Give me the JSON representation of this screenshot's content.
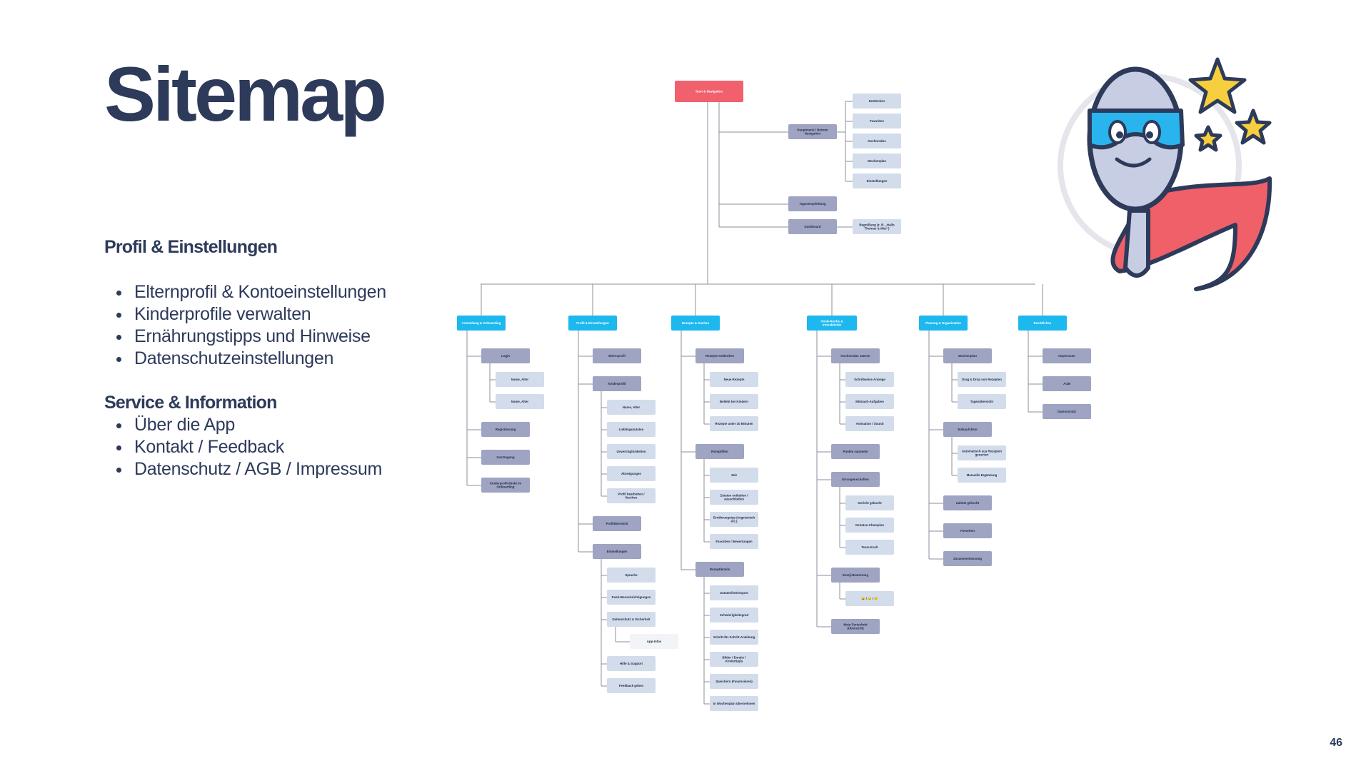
{
  "title": "Sitemap",
  "sections": [
    {
      "heading": "Profil & Einstellungen",
      "items": [
        "Elternprofil & Kontoeinstellungen",
        "Kinderprofile verwalten",
        "Ernährungstipps und Hinweise",
        "Datenschutzeinstellungen"
      ]
    },
    {
      "heading": "Service & Information",
      "items": [
        "Über die App",
        "Kontakt / Feedback",
        "Datenschutz / AGB / Impressum"
      ]
    }
  ],
  "page_number": "46",
  "colors": {
    "root": "#f0616d",
    "category": "#1cb8ee",
    "level1": "#9ea4c2",
    "level2": "#d3dceb",
    "level3": "#f3f4f7",
    "connector": "#8d8f98"
  },
  "sitemap": {
    "root": "Start & Navigation",
    "top_nodes": [
      {
        "label": "Hauptmenü / Bottom Navigation",
        "children": [
          "Entdecken",
          "Favoriten",
          "Kochmodus",
          "Wochenplan",
          "Einstellungen"
        ]
      },
      {
        "label": "Tagesempfehlung",
        "children": []
      },
      {
        "label": "Dashboard",
        "children": [
          "Begrüßung (z. B. „Hallo Thomas & Mia!“)"
        ]
      }
    ],
    "categories": [
      {
        "label": "Anmeldung & Onboarding",
        "items": [
          {
            "label": "Login",
            "children": [
              "Name, Alter",
              "Name, Alter"
            ]
          },
          {
            "label": "Registrierung",
            "children": []
          },
          {
            "label": "Gastzugang",
            "children": []
          },
          {
            "label": "Kinderprofil direkt im Onboarding",
            "children": []
          }
        ]
      },
      {
        "label": "Profil & Einstellungen",
        "items": [
          {
            "label": "Elternprofil",
            "children": []
          },
          {
            "label": "Kinderprofil",
            "children": [
              "Name, Alter",
              "Lieblingszutaten",
              "Unverträglichkeiten",
              "Abneigungen",
              "Profil bearbeiten / löschen"
            ]
          },
          {
            "label": "Profilübersicht",
            "children": []
          },
          {
            "label": "Einstellungen",
            "children": [
              "Sprache",
              "Push-Benachrichtigungen",
              "Datenschutz & Sicherheit",
              "Hilfe & Support",
              "Feedback geben"
            ]
          }
        ],
        "deep": "App-Infos"
      },
      {
        "label": "Rezepte & Suchen",
        "items": [
          {
            "label": "Rezepte entdecken",
            "children": [
              "Neue Rezepte",
              "Beliebt bei Kindern",
              "Rezepte unter 30 Minuten"
            ]
          },
          {
            "label": "Rezeptfilter",
            "children": [
              "Zeit",
              "Zutaten enthalten / ausschließen",
              "Ernährungstyp (vegetarisch etc.)",
              "Favoriten / Bewertungen"
            ]
          },
          {
            "label": "Rezeptdetails",
            "children": [
              "Zutatenliste/export",
              "Schwierigkeitsgrad",
              "Schritt-für-Schritt-Anleitung",
              "Bilder / Emojis / Kindertipps",
              "Speichern (Favorisieren)",
              "In Wochenplan übernehmen"
            ]
          }
        ]
      },
      {
        "label": "Kinderküche & Interaktivität",
        "items": [
          {
            "label": "Kochmodus starten",
            "children": [
              "Schrittweise Anzeige",
              "Mitmach-Aufgaben",
              "Animation / Sound"
            ]
          },
          {
            "label": "Punkte sammeln",
            "children": []
          },
          {
            "label": "Errungenschaften",
            "children": [
              "Gericht gekocht",
              "Gemüse-Champion",
              "Team-Koch"
            ]
          },
          {
            "label": "Emoji-Bewertung",
            "children": [
              "😀 / 😐 / 😕"
            ]
          },
          {
            "label": "Mein Fortschritt (Übersicht)",
            "children": []
          }
        ]
      },
      {
        "label": "Planung & Organisation",
        "items": [
          {
            "label": "Wochenplan",
            "children": [
              "Drag & Drop von Rezepten",
              "Tagesübersicht"
            ]
          },
          {
            "label": "Einkaufsliste",
            "children": [
              "Automatisch aus Rezepten generiert",
              "Manuelle Ergänzung"
            ]
          },
          {
            "label": "Zuletzt gekocht",
            "children": []
          },
          {
            "label": "Favoriten",
            "children": []
          },
          {
            "label": "Zusammenfassung",
            "children": []
          }
        ]
      },
      {
        "label": "Rechtliches",
        "items": [
          {
            "label": "Impressum",
            "children": []
          },
          {
            "label": "AGB",
            "children": []
          },
          {
            "label": "Datenschutz",
            "children": []
          }
        ]
      }
    ]
  }
}
